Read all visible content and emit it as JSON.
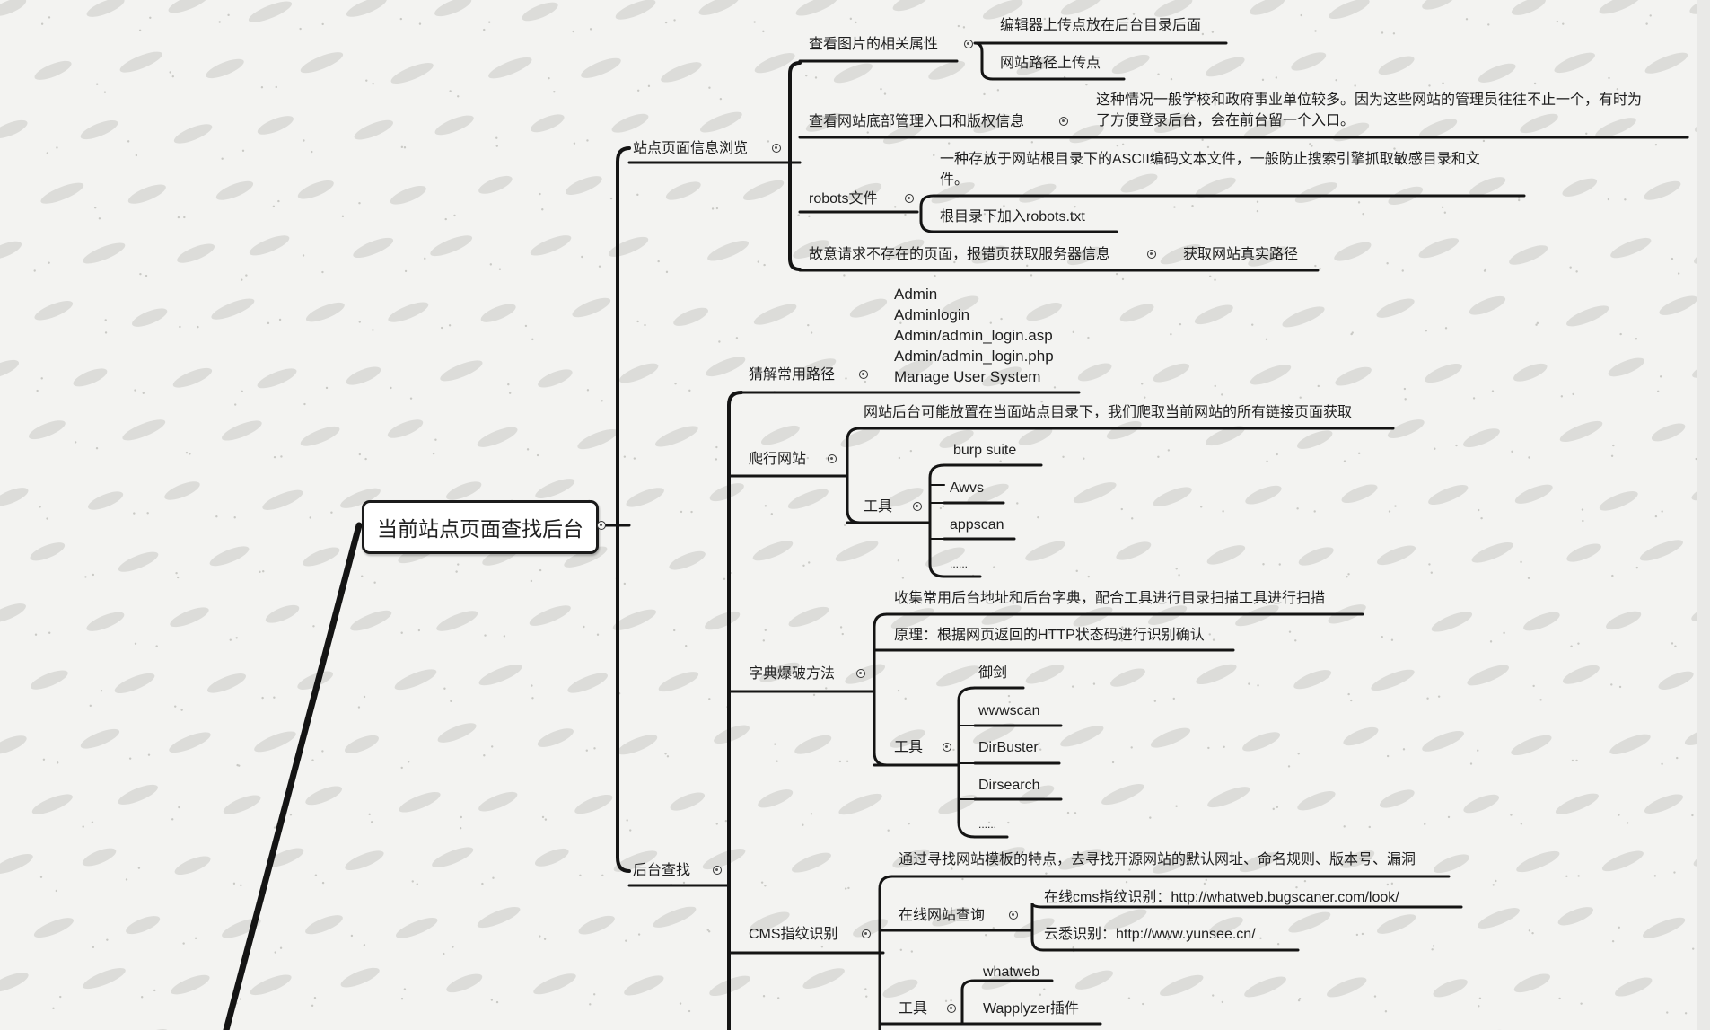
{
  "mindmap": {
    "root": "当前站点页面查找后台",
    "branch1": {
      "label": "站点页面信息浏览",
      "img_attr": "查看图片的相关属性",
      "img_attr_1": "编辑器上传点放在后台目录后面",
      "img_attr_2": "网站路径上传点",
      "footer_entry": "查看网站底部管理入口和版权信息",
      "footer_note_1": "这种情况一般学校和政府事业单位较多。因为这些网站的管理员往往不止一个，有时为",
      "footer_note_2": "了方便登录后台，会在前台留一个入口。",
      "robots": "robots文件",
      "robots_desc_1": "一种存放于网站根目录下的ASCII编码文本文件，一般防止搜索引擎抓取敏感目录和文",
      "robots_desc_2": "件。",
      "robots_child": "根目录下加入robots.txt",
      "error_page": "故意请求不存在的页面，报错页获取服务器信息",
      "error_child": "获取网站真实路径"
    },
    "branch2": {
      "label": "后台查找",
      "guess": "猜解常用路径",
      "guess_paths": [
        "Admin",
        "Adminlogin",
        "Admin/admin_login.asp",
        "Admin/admin_login.php",
        "Manage User System"
      ],
      "crawl": "爬行网站",
      "crawl_desc": "网站后台可能放置在当面站点目录下，我们爬取当前网站的所有链接页面获取",
      "crawl_tools_label": "工具",
      "crawl_tools": [
        "burp suite",
        "Awvs",
        "appscan",
        "......"
      ],
      "dict": "字典爆破方法",
      "dict_desc": "收集常用后台地址和后台字典，配合工具进行目录扫描工具进行扫描",
      "dict_principle": "原理：根据网页返回的HTTP状态码进行识别确认",
      "dict_tools_label": "工具",
      "dict_tools": [
        "御剑",
        "wwwscan",
        "DirBuster",
        "Dirsearch",
        "......"
      ],
      "cms": "CMS指纹识别",
      "cms_desc": "通过寻找网站模板的特点，去寻找开源网站的默认网址、命名规则、版本号、漏洞",
      "cms_online": "在线网站查询",
      "cms_online_1": "在线cms指纹识别：http://whatweb.bugscaner.com/look/",
      "cms_online_2": "云悉识别：http://www.yunsee.cn/",
      "cms_tools_label": "工具",
      "cms_tools": [
        "whatweb",
        "Wapplyzer插件"
      ]
    }
  }
}
